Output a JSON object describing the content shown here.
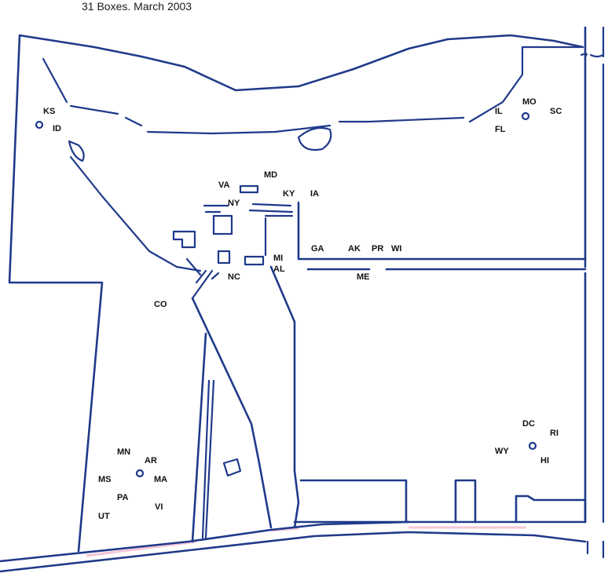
{
  "title": "31 Boxes. March 2003",
  "colors": {
    "line": "#1f3a8a",
    "text": "#111111",
    "road_tint": "#f4c6d8"
  },
  "labels": {
    "ks": "KS",
    "id": "ID",
    "il": "IL",
    "mo": "MO",
    "sc": "SC",
    "fl": "FL",
    "md": "MD",
    "va": "VA",
    "ky": "KY",
    "ia": "IA",
    "ny": "NY",
    "ga": "GA",
    "ak": "AK",
    "pr": "PR",
    "wi": "WI",
    "mi": "MI",
    "al": "AL",
    "nc": "NC",
    "me": "ME",
    "co": "CO",
    "dc": "DC",
    "ri": "RI",
    "wy": "WY",
    "hi": "HI",
    "mn": "MN",
    "ar": "AR",
    "ms": "MS",
    "ma": "MA",
    "pa": "PA",
    "vi": "VI",
    "ut": "UT"
  }
}
